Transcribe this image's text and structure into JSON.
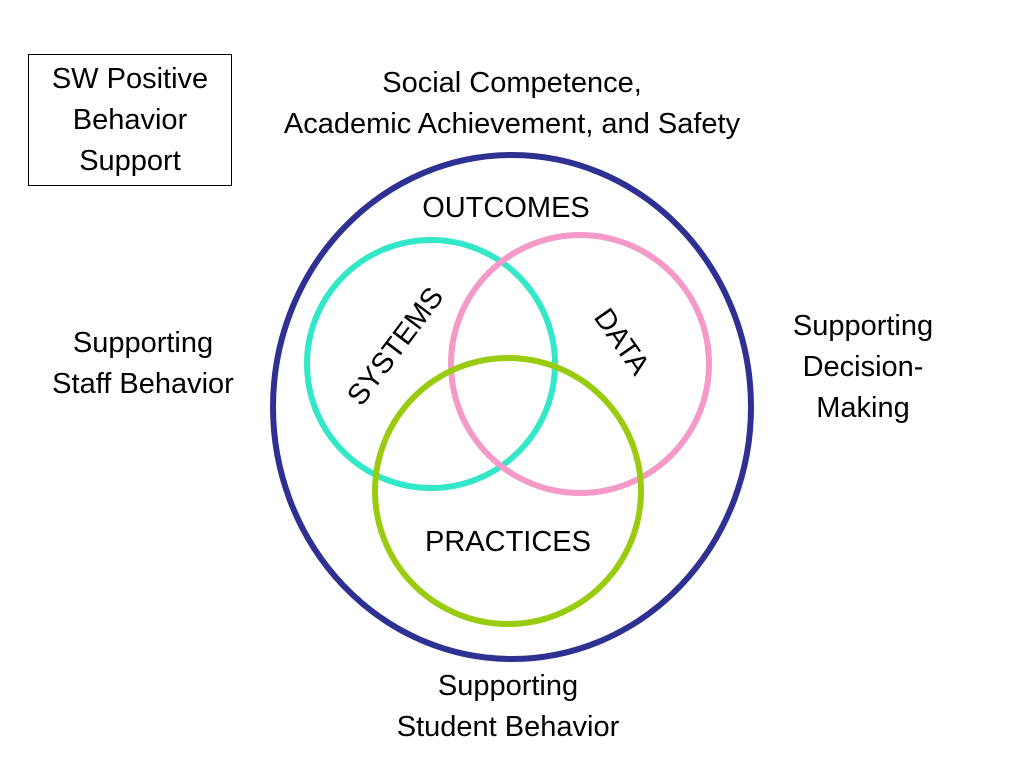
{
  "title_box": {
    "lines": [
      "SW Positive",
      "Behavior",
      "Support"
    ]
  },
  "goal": {
    "lines": [
      "Social Competence,",
      "Academic Achievement, and Safety"
    ]
  },
  "outer_circle": {
    "label": "OUTCOMES",
    "color": "#2e3192"
  },
  "circles": {
    "systems": {
      "label": "SYSTEMS",
      "color": "#33e8c8"
    },
    "data": {
      "label": "DATA",
      "color": "#f59ac8"
    },
    "practices": {
      "label": "PRACTICES",
      "color": "#99cc11"
    }
  },
  "side_labels": {
    "staff": {
      "lines": [
        "Supporting",
        "Staff Behavior"
      ]
    },
    "decision": {
      "lines": [
        "Supporting",
        "Decision-",
        "Making"
      ]
    },
    "student": {
      "lines": [
        "Supporting",
        "Student Behavior"
      ]
    }
  }
}
